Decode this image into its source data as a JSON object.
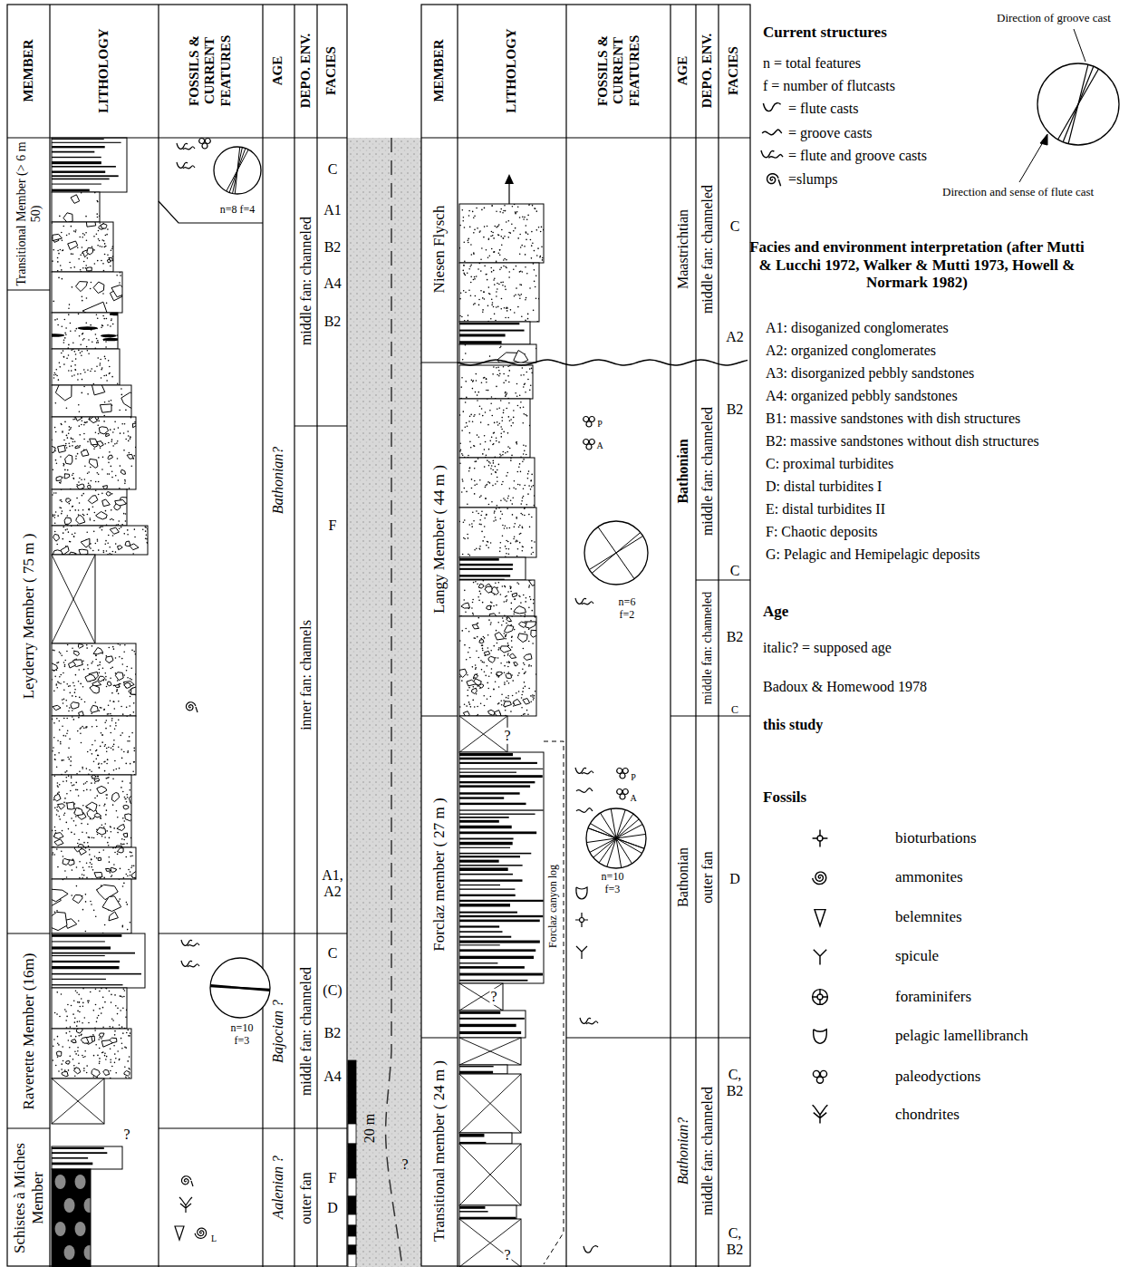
{
  "diagram": {
    "labels": [
      "MEMBER",
      "LITHOLOGY",
      "FOSSILS & CURRENT FEATURES",
      "AGE",
      "DEPO. ENV.",
      "FACIES",
      "MEMBER",
      "LITHOLOGY",
      "FOSSILS & CURRENT FEATURES",
      "AGE",
      "DEPO. ENV.",
      "FACIES",
      "Transitional Member (> 6 m 50)",
      "Leyderry Member ( 75 m )",
      "Raverette Member (16m)",
      "Schistes à Miches Member",
      "n=8 f=4",
      "n=10 f=3",
      "Bathonian?",
      "Bajocian ?",
      "Aalenian ?",
      "middle fan: channeled",
      "inner fan: channels",
      "middle fan: channeled",
      "outer fan",
      "C",
      "A1",
      "B2",
      "A4",
      "B2",
      "F",
      "A1, A2",
      "C",
      "(C)",
      "B2",
      "A4",
      "F",
      "D",
      "20 m",
      "?",
      "?",
      "Niesen Flysch",
      "Langy Member ( 44 m )",
      "Forclaz member ( 27 m )",
      "Transitional member ( 24 m )",
      "?",
      "?",
      "?",
      "Forclaz canyon log",
      "P",
      "A",
      "P",
      "A",
      "L",
      "n=6 f=2",
      "n=10 f=3",
      "Maastrichtian",
      "Bathonian",
      "Bathonian",
      "Bathonian?",
      "middle fan: channeled",
      "middle fan: channeled",
      "middle fan: channeled",
      "outer fan",
      "middle fan: channeled",
      "C",
      "A2",
      "B2",
      "C",
      "B2",
      "C",
      "D",
      "C, B2",
      "C, B2",
      "Current structures",
      "Direction of groove cast",
      "n = total features",
      "f = number of flutcasts",
      "Direction and sense of flute cast",
      "Facies and environment interpretation (after Mutti & Lucchi 1972, Walker & Mutti 1973, Howell & Normark 1982)",
      "A1: disoganized conglomerates",
      "A2: organized conglomerates",
      "A3: disorganized pebbly sandstones",
      "A4: organized pebbly sandstones",
      "B1: massive sandstones with dish structures",
      "B2: massive sandstones without dish structures",
      "C: proximal turbidites",
      "D: distal turbidites I",
      "E: distal turbidites II",
      "F: Chaotic deposits",
      "G: Pelagic and Hemipelagic deposits",
      "Age",
      "italic? = supposed age",
      "Badoux & Homewood 1978",
      "this study",
      "Fossils"
    ],
    "legend": [
      {
        "text": "= flute casts"
      },
      {
        "text": "= groove casts"
      },
      {
        "text": "= flute and groove casts"
      },
      {
        "text": "=slumps"
      },
      {
        "text": "bioturbations"
      },
      {
        "text": "ammonites"
      },
      {
        "text": "belemnites"
      },
      {
        "text": "spicule"
      },
      {
        "text": "foraminifers"
      },
      {
        "text": "pelagic lamellibranch"
      },
      {
        "text": "paleodyctions"
      },
      {
        "text": "chondrites"
      }
    ]
  }
}
